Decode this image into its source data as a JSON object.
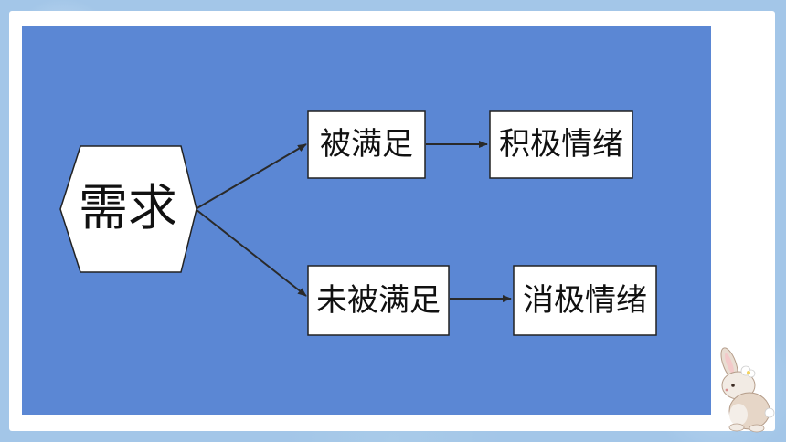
{
  "diagram": {
    "root": "需求",
    "branches": [
      {
        "condition": "被满足",
        "result": "积极情绪"
      },
      {
        "condition": "未被满足",
        "result": "消极情绪"
      }
    ]
  },
  "colors": {
    "panel": "#5b87d4",
    "node_fill": "#ffffff",
    "node_stroke": "#222222",
    "arrow": "#2a2a2a"
  },
  "decorations": {
    "mascot": "bunny-mascot-icon"
  }
}
